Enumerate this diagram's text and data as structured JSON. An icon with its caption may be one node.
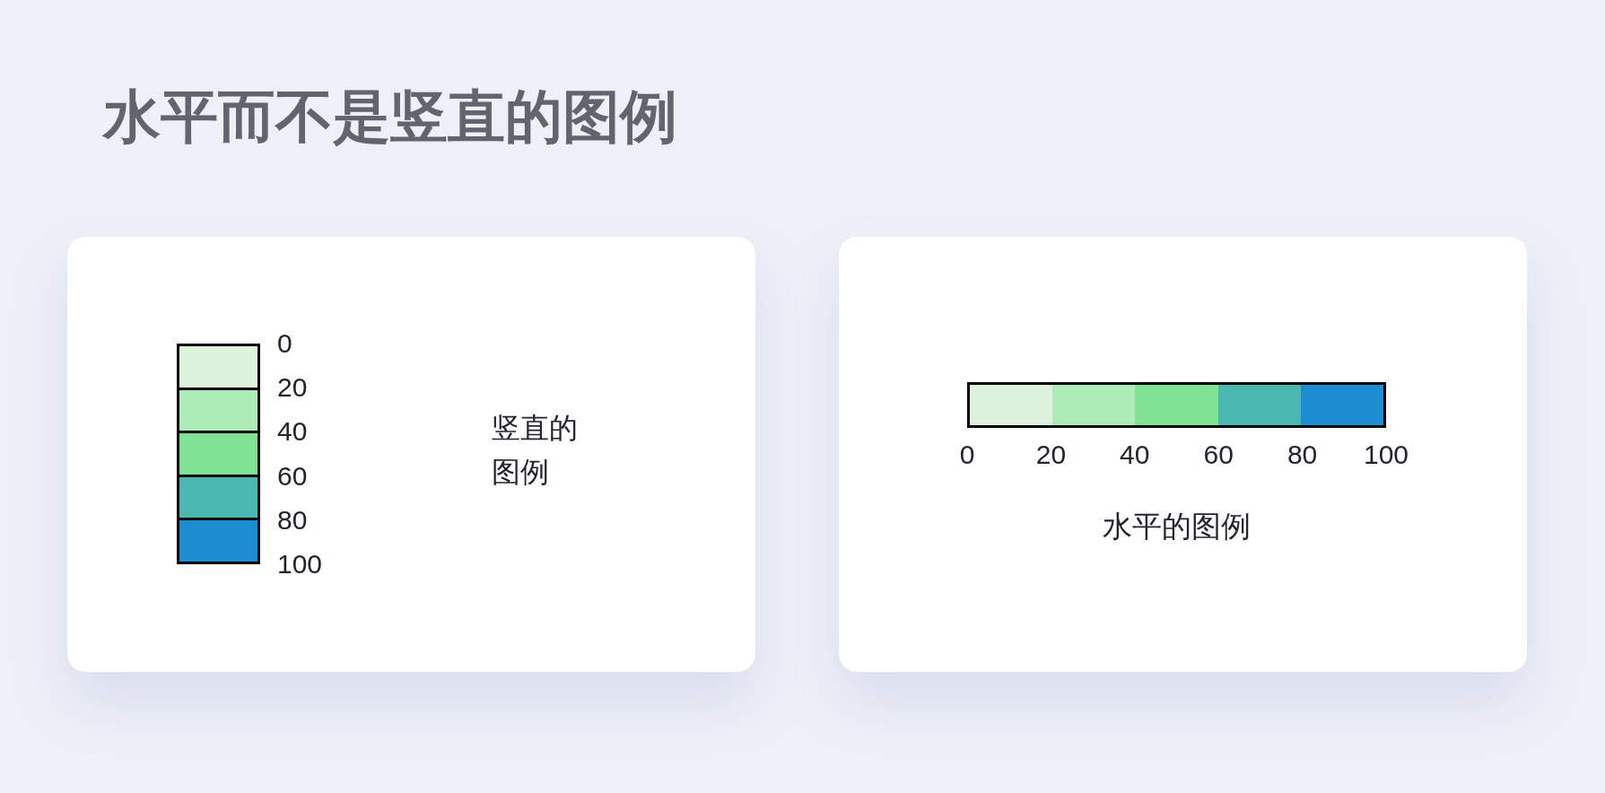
{
  "diagram": {
    "title": "水平而不是竖直的图例",
    "nodes": [
      {
        "text": [
          "竖直的图例"
        ]
      },
      {
        "text": [
          "水平的图例"
        ]
      }
    ],
    "labels": [
      "100",
      "100"
    ],
    "legend": [
      {
        "text": "0",
        "color": "#dcf2db"
      },
      {
        "text": "20",
        "color": "#aeecb7"
      },
      {
        "text": "40",
        "color": "#7fe393"
      },
      {
        "text": "60",
        "color": "#4ab8b1"
      },
      {
        "text": "80",
        "color": "#1c8ecf"
      },
      {
        "text": "0",
        "color": "#dcf2db"
      },
      {
        "text": "20",
        "color": "#aeecb7"
      },
      {
        "text": "40",
        "color": "#7fe393"
      },
      {
        "text": "60",
        "color": "#4ab8b1"
      },
      {
        "text": "80",
        "color": "#1c8ecf"
      }
    ]
  }
}
